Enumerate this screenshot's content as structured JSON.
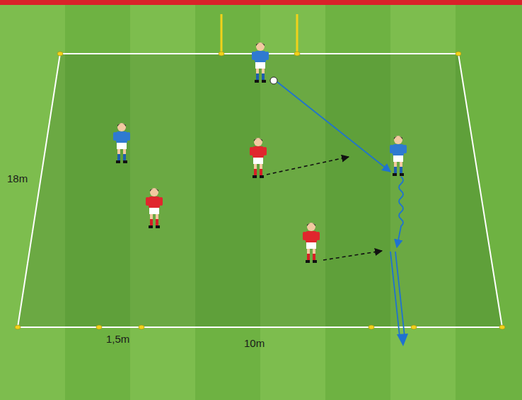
{
  "diagram": {
    "labels": [
      "18m",
      "1,5m",
      "10m"
    ]
  }
}
